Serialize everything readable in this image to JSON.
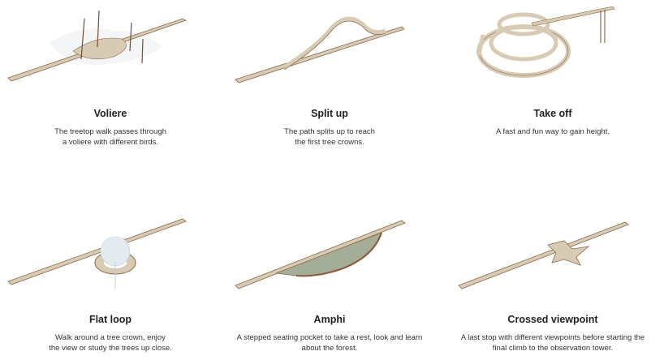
{
  "items": [
    {
      "title": "Voliere",
      "desc1": "The treetop walk passes through",
      "desc2": "a voliere with different birds."
    },
    {
      "title": "Split up",
      "desc1": "The path splits up to reach",
      "desc2": "the first tree crowns."
    },
    {
      "title": "Take off",
      "desc1": "A fast and fun way to gain height.",
      "desc2": ""
    },
    {
      "title": "Flat loop",
      "desc1": "Walk around a tree crown, enjoy",
      "desc2": "the view or study the trees up close."
    },
    {
      "title": "Amphi",
      "desc1": "A stepped seating pocket to take a rest, look and learn",
      "desc2": "about the forest."
    },
    {
      "title": "Crossed viewpoint",
      "desc1": "A last stop with different viewpoints before starting the",
      "desc2": "final climb to the observation tower."
    }
  ],
  "colors": {
    "deck": "#d8cbb4",
    "edge": "#8a6a4a",
    "rail": "#cfc6b6"
  }
}
